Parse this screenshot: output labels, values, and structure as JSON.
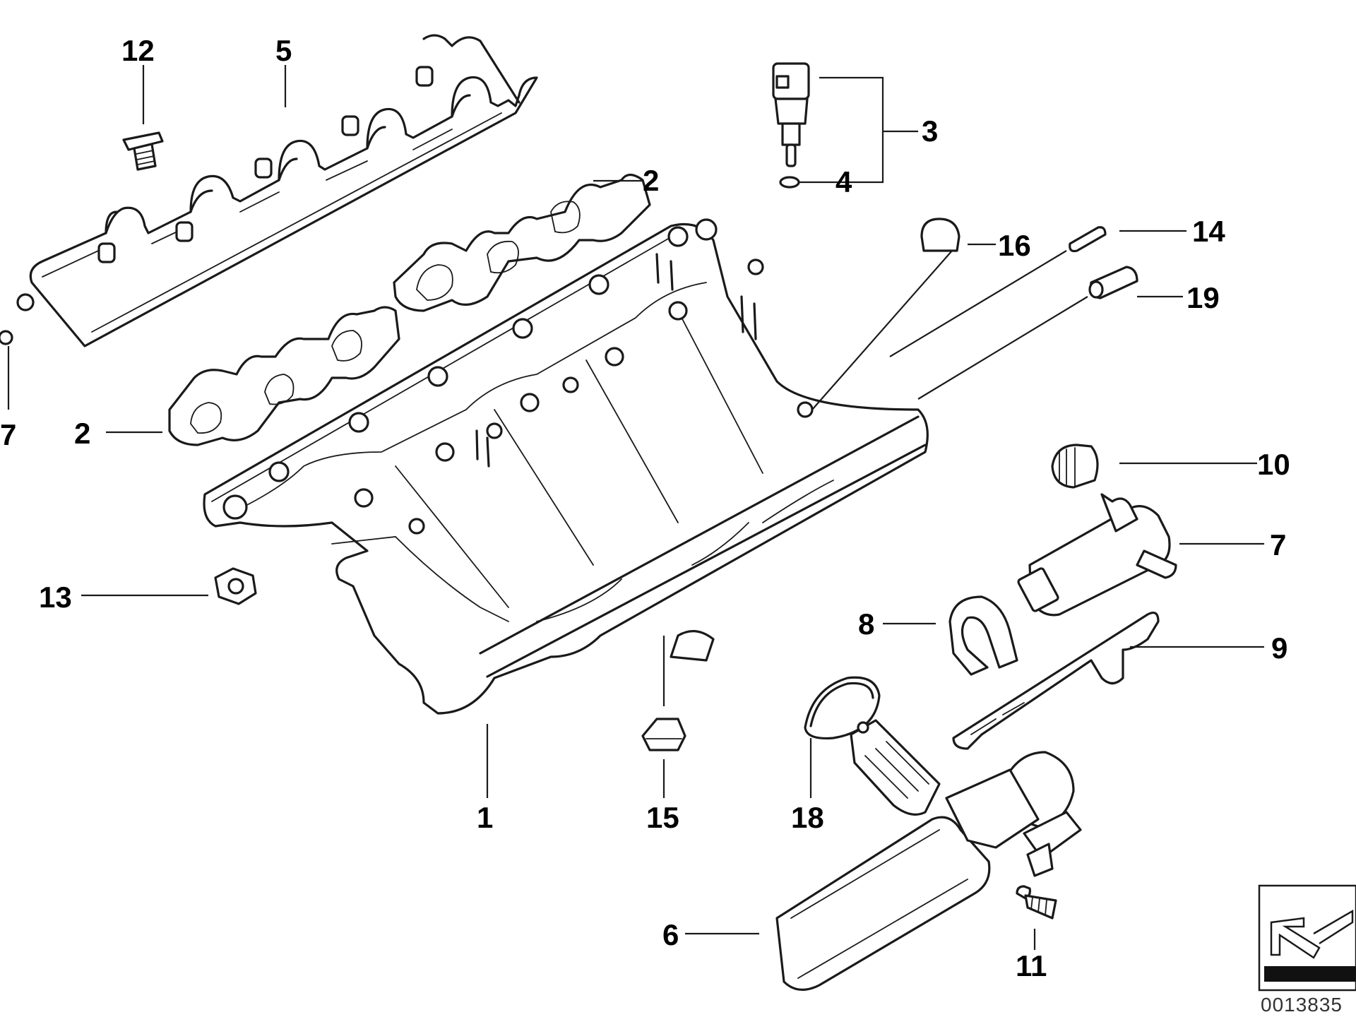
{
  "diagram": {
    "callouts": {
      "c1": "1",
      "c2a": "2",
      "c2b": "2",
      "c3": "3",
      "c4": "4",
      "c5": "5",
      "c6": "6",
      "c7a": "7",
      "c7b": "7",
      "c8": "8",
      "c9": "9",
      "c10": "10",
      "c11": "11",
      "c12": "12",
      "c13": "13",
      "c14": "14",
      "c15": "15",
      "c16": "16",
      "c18": "18",
      "c19": "19"
    },
    "reference_number": "0013835",
    "orientation_icon": "direction-arrow-icon",
    "line_color": "#1a1a1a"
  }
}
